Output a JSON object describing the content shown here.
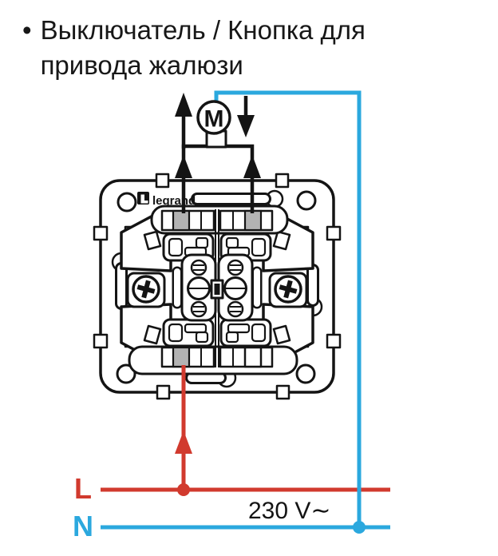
{
  "title": {
    "bullet": "•",
    "line1": "Выключатель / Кнопка для",
    "line2": "привода жалюзи"
  },
  "diagram": {
    "motor_label": "M",
    "brand": "legrand",
    "labels": {
      "live": "L",
      "neutral": "N",
      "voltage": "230 V∼"
    },
    "colors": {
      "live": "#d13a2e",
      "neutral": "#2ba8de",
      "terminal_gray": "#b3b3b3"
    }
  }
}
